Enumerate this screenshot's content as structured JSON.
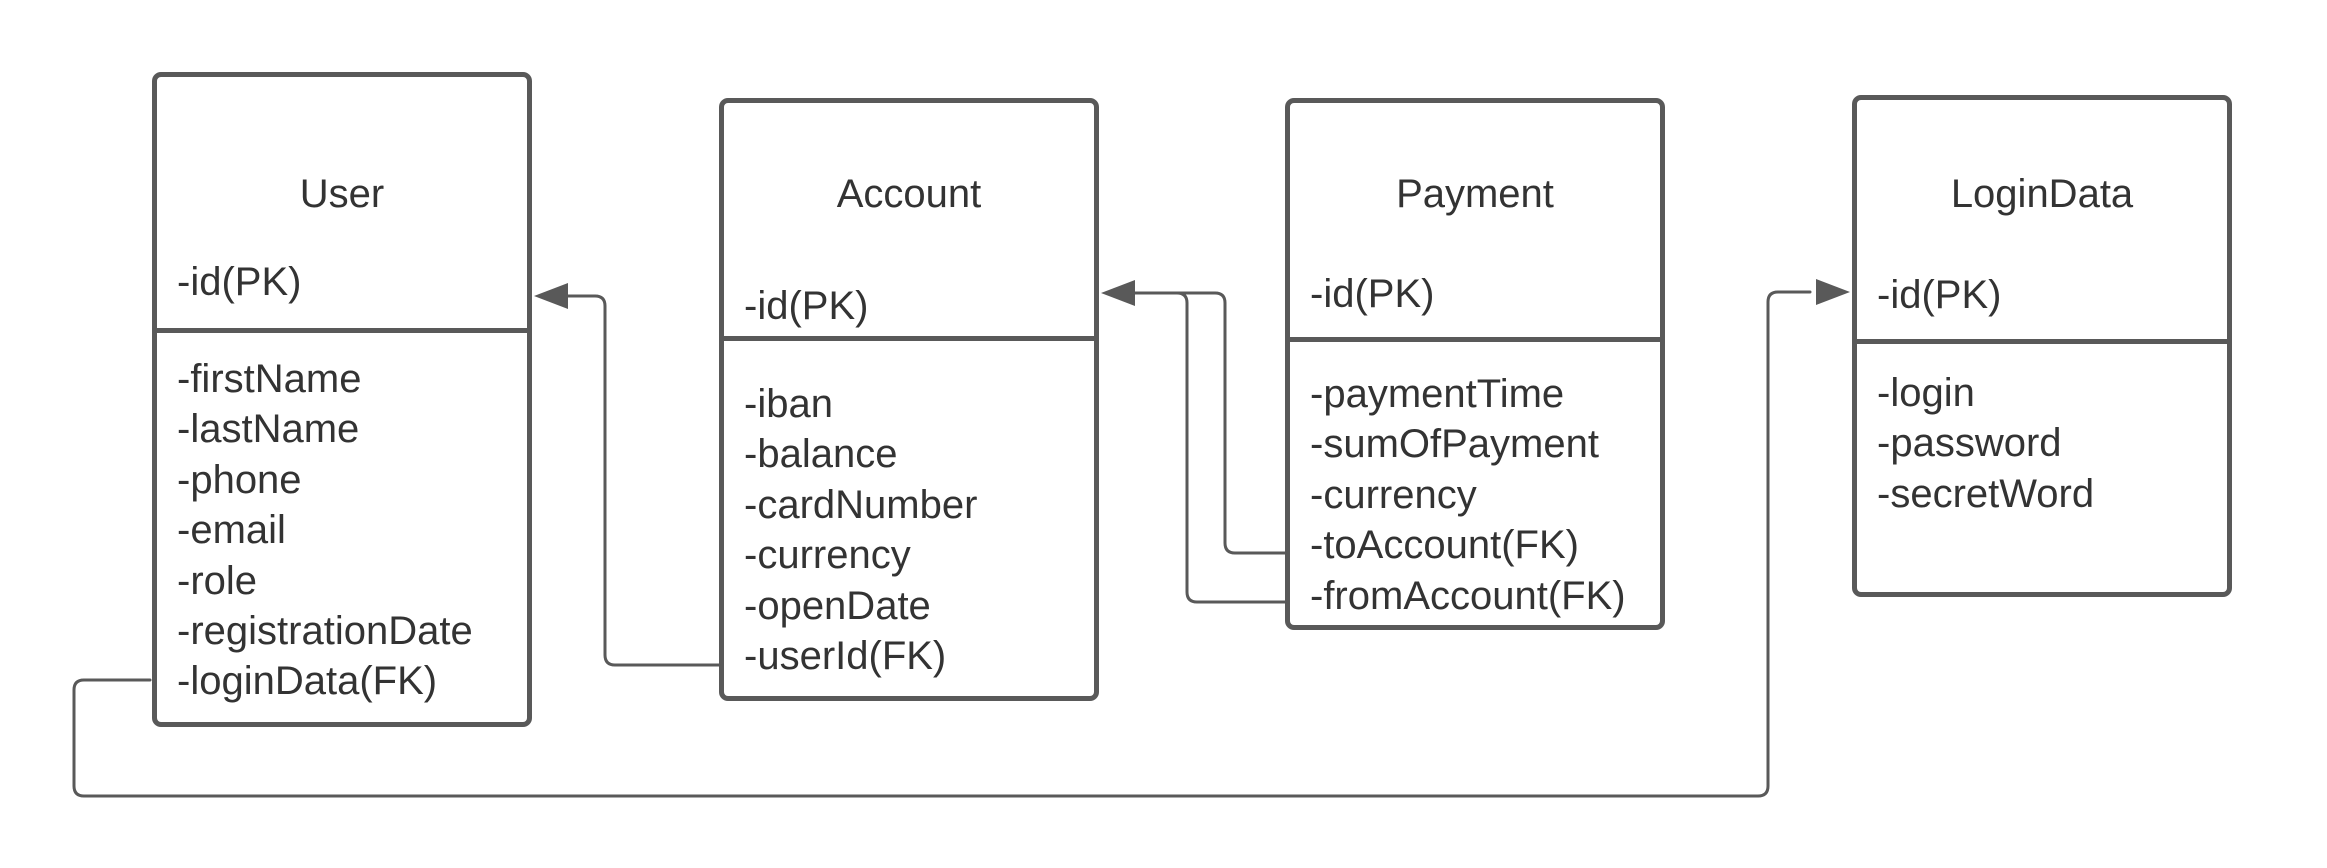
{
  "diagram": {
    "entities": [
      {
        "name": "User",
        "pk": "-id(PK)",
        "attributes": [
          "-firstName",
          "-lastName",
          "-phone",
          "-email",
          "-role",
          "-registrationDate",
          "-loginData(FK)"
        ]
      },
      {
        "name": "Account",
        "pk": "-id(PK)",
        "attributes": [
          "-iban",
          "-balance",
          "-cardNumber",
          "-currency",
          "-openDate",
          "-userId(FK)"
        ]
      },
      {
        "name": "Payment",
        "pk": "-id(PK)",
        "attributes": [
          "-paymentTime",
          "-sumOfPayment",
          "-currency",
          "-toAccount(FK)",
          "-fromAccount(FK)"
        ]
      },
      {
        "name": "LoginData",
        "pk": "-id(PK)",
        "attributes": [
          "-login",
          "-password",
          "-secretWord"
        ]
      }
    ],
    "relations": [
      {
        "from": "Account.-userId(FK)",
        "to": "User.-id(PK)"
      },
      {
        "from": "Payment.-toAccount(FK)",
        "to": "Account.-id(PK)"
      },
      {
        "from": "Payment.-fromAccount(FK)",
        "to": "Account.-id(PK)"
      },
      {
        "from": "User.-loginData(FK)",
        "to": "LoginData.-id(PK)"
      }
    ],
    "line_color": "#595959",
    "text_color": "#333333"
  }
}
